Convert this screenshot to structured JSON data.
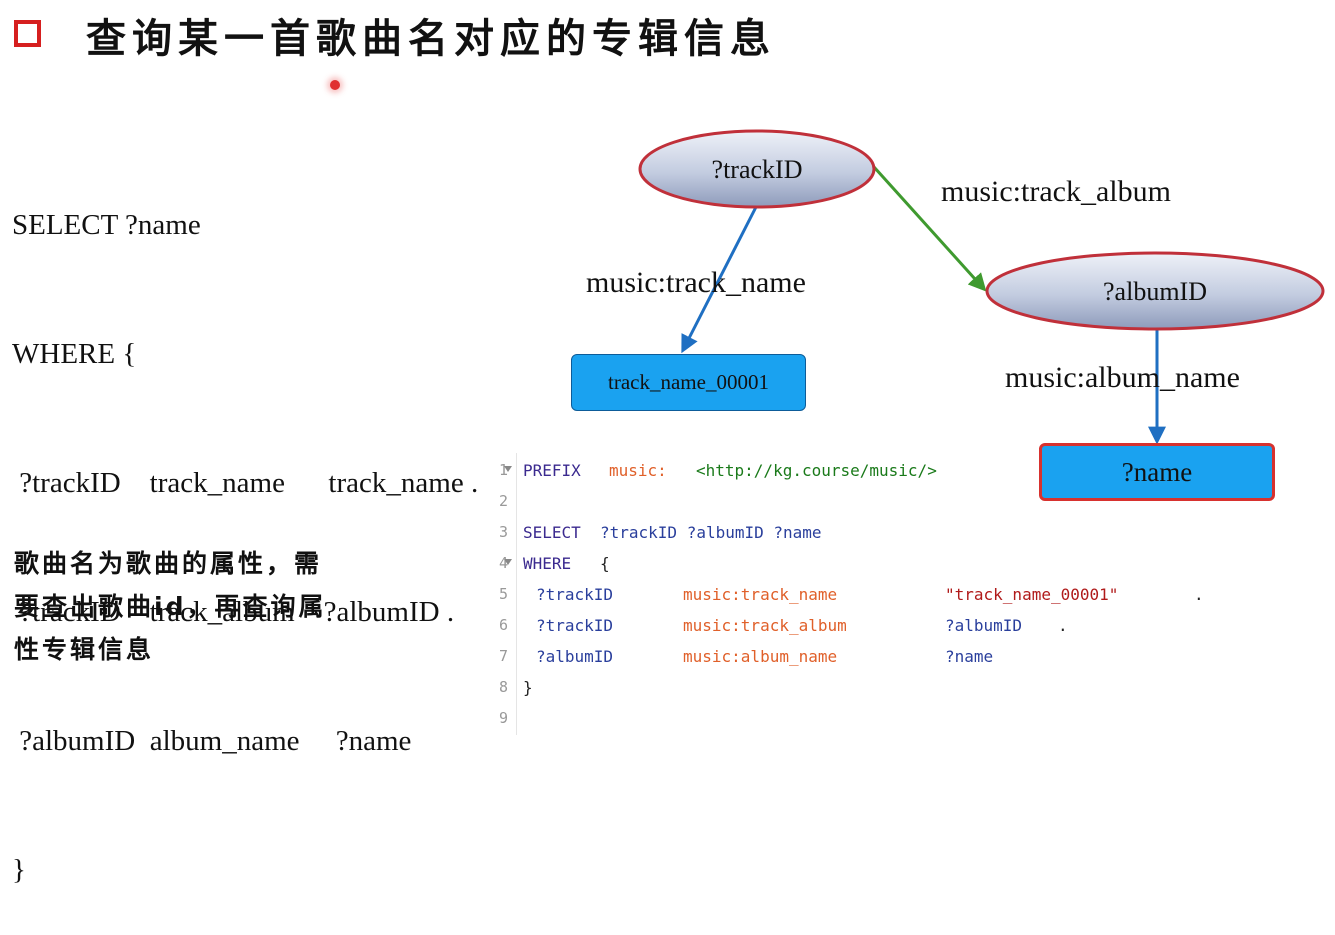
{
  "title": "查询某一首歌曲名对应的专辑信息",
  "query_lines": [
    "SELECT ?name",
    "WHERE {",
    " ?trackID    track_name      track_name .",
    " ?trackID    track_album    ?albumID .",
    " ?albumID  album_name     ?name",
    "}"
  ],
  "diagram": {
    "node_track": "?trackID",
    "node_album": "?albumID",
    "node_track_name": "track_name_00001",
    "node_name": "?name",
    "edge_track_album": "music:track_album",
    "edge_track_name": "music:track_name",
    "edge_album_name": "music:album_name",
    "colors": {
      "ellipse_border": "#c0303a",
      "arrow_blue": "#1f6fc2",
      "arrow_green": "#3f9a2f",
      "rect_fill": "#1aa2f0"
    }
  },
  "code": {
    "line_numbers": [
      "1",
      "2",
      "3",
      "4",
      "5",
      "6",
      "7",
      "8",
      "9"
    ],
    "l1_kw": "PREFIX",
    "l1_pfx": "music:",
    "l1_iri": "<http://kg.course/music/>",
    "l3_kw": "SELECT",
    "l3_vars": "?trackID ?albumID ?name",
    "l4_kw": "WHERE",
    "l4_brace": "{",
    "l5_var": "?trackID",
    "l5_prop": "music:track_name",
    "l5_obj": "\"track_name_00001\"",
    "l5_dot": ".",
    "l6_var": "?trackID",
    "l6_prop": "music:track_album",
    "l6_obj": "?albumID",
    "l6_dot": ".",
    "l7_var": "?albumID",
    "l7_prop": "music:album_name",
    "l7_obj": "?name",
    "l8_brace": "}"
  },
  "note_lines": [
    "歌曲名为歌曲的属性，需",
    "要查出歌曲id，再查询属",
    "性专辑信息"
  ]
}
